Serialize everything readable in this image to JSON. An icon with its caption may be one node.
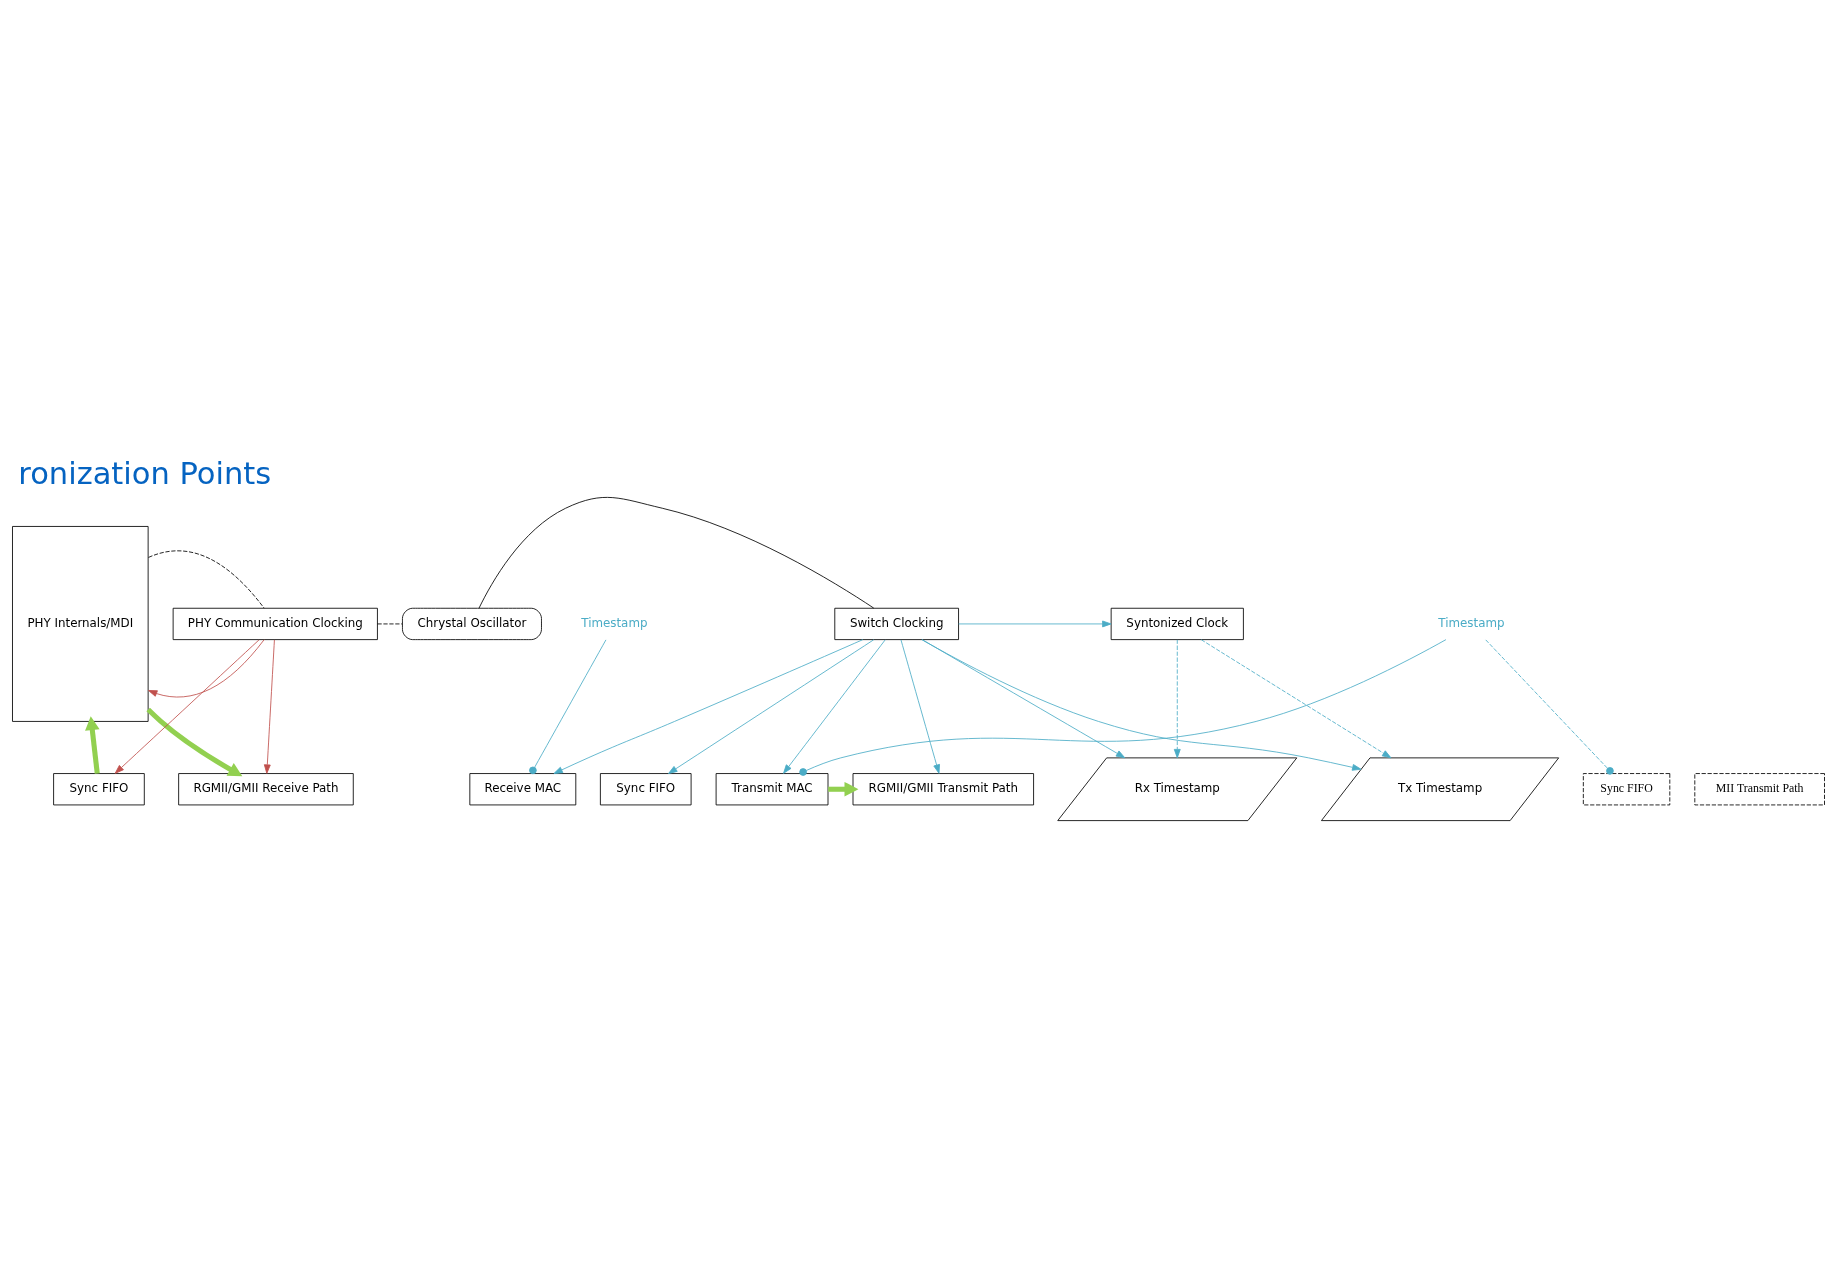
{
  "diagram": {
    "title": "ronization Points",
    "nodes": [
      {
        "text": [
          "PHY Internals/MDI"
        ]
      },
      {
        "text": [
          "RGMII/GMII Receive Path"
        ]
      },
      {
        "text": [
          "Sync FIFO"
        ]
      },
      {
        "text": [
          "Receive MAC"
        ]
      },
      {
        "text": [
          "PHY Communication Clocking"
        ]
      },
      {
        "text": [
          "Chrystal Oscillator"
        ]
      },
      {
        "text": [
          "Switch Clocking"
        ]
      },
      {
        "text": [
          "Sync FIFO"
        ]
      },
      {
        "text": [
          "RGMII/GMII Transmit Path"
        ]
      },
      {
        "text": [
          "Transmit MAC"
        ]
      },
      {
        "text": [
          "Syntonized Clock"
        ]
      },
      {
        "text": [
          "Rx Timestamp"
        ]
      },
      {
        "text": [
          "Tx Timestamp"
        ]
      },
      {
        "text": [
          "Timestamp"
        ]
      },
      {
        "text": [
          "Timestamp"
        ]
      },
      {
        "text": [
          "MII Transmit Path"
        ]
      },
      {
        "text": [
          "Sync FIFO"
        ]
      }
    ],
    "edges": [
      {
        "from": 0,
        "to": 1,
        "arrow": "to",
        "style": "thick",
        "color": "#92d050"
      },
      {
        "from": 9,
        "to": 8,
        "arrow": "to",
        "style": "thick",
        "color": "#92d050"
      },
      {
        "from": 7,
        "to": 0,
        "arrow": "to",
        "style": "thick",
        "color": "#92d050"
      },
      {
        "from": 4,
        "to": 0,
        "arrow": "to",
        "color": "#c0504d"
      },
      {
        "from": 4,
        "to": 1,
        "arrow": "to",
        "color": "#c0504d"
      },
      {
        "from": 4,
        "to": 7,
        "arrow": "to",
        "color": "#c0504d"
      },
      {
        "from": 0,
        "to": 4,
        "arrow": "none",
        "style": "dashed",
        "color": "#000000"
      },
      {
        "from": 4,
        "to": 5,
        "arrow": "none",
        "style": "dashed",
        "color": "#000000"
      },
      {
        "from": 5,
        "to": 6,
        "arrow": "none",
        "color": "#000000"
      },
      {
        "from": 6,
        "to": 2,
        "arrow": "to"
      },
      {
        "from": 6,
        "to": 3,
        "arrow": "to"
      },
      {
        "from": 6,
        "to": 8,
        "arrow": "to"
      },
      {
        "from": 6,
        "to": 9,
        "arrow": "to"
      },
      {
        "from": 6,
        "to": 10,
        "arrow": "to"
      },
      {
        "from": 6,
        "to": 11,
        "arrow": "to"
      },
      {
        "from": 6,
        "to": 12,
        "arrow": "to"
      },
      {
        "from": 10,
        "to": 11,
        "arrow": "to",
        "style": "dashed"
      },
      {
        "from": 10,
        "to": 12,
        "arrow": "to",
        "style": "dashed"
      },
      {
        "from": 13,
        "to": 3,
        "arrow": "other"
      },
      {
        "from": 14,
        "to": 9,
        "arrow": "other"
      },
      {
        "from": 14,
        "to": 16,
        "arrow": "other",
        "style": "dashed"
      }
    ]
  }
}
